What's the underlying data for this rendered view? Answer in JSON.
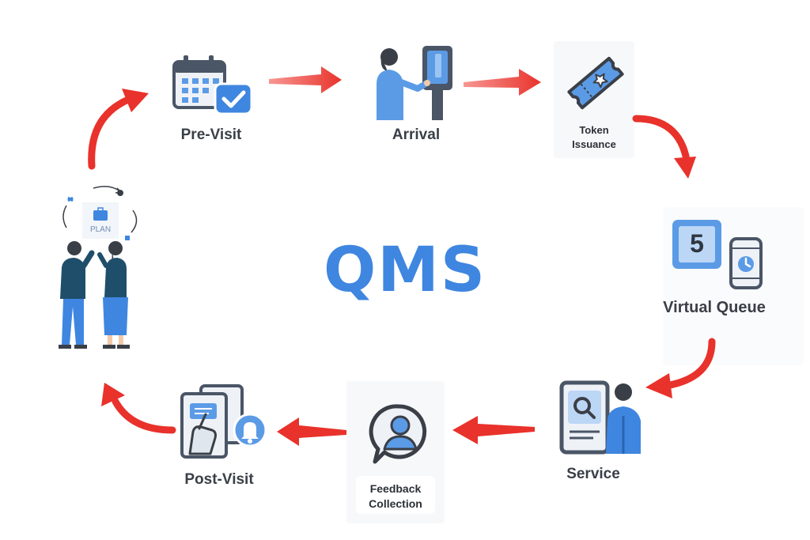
{
  "title": "QMS",
  "steps": {
    "pre_visit": "Pre-Visit",
    "arrival": "Arrival",
    "token_issuance_line1": "Token",
    "token_issuance_line2": "Issuance",
    "virtual_queue": "Virtual Queue",
    "queue_number": "5",
    "service": "Service",
    "feedback_line1": "Feedback",
    "feedback_line2": "Collection",
    "post_visit": "Post-Visit"
  },
  "planning": {
    "board_text": "PLAN"
  },
  "colors": {
    "accent_blue": "#3f86e0",
    "arrow_red": "#e8322b",
    "text_gray": "#3a3f47"
  }
}
